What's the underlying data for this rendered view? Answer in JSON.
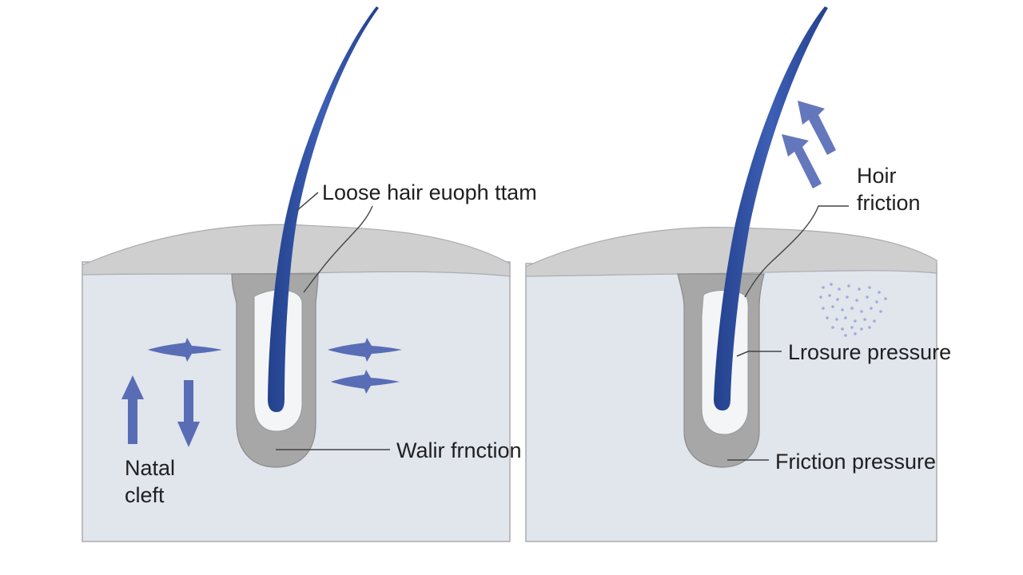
{
  "colors": {
    "background": "#ffffff",
    "tissue": "#e1e5ec",
    "tissue_edge": "#a9acb2",
    "skin_top": "#cfcfcf",
    "follicle_wall": "#a7a7a7",
    "follicle_inner": "#f4f5f6",
    "hair": "#2f4f9e",
    "arrow": "#4a5fb0",
    "leader_line": "#333333"
  },
  "panels": [
    {
      "name": "left-panel",
      "labels": {
        "hair_label": "Loose hair euoph ttam",
        "wall_label": "Walir frnction",
        "cleft_line1": "Natal",
        "cleft_line2": "cleft"
      },
      "arrows": [
        "horizontal-double",
        "horizontal-double",
        "horizontal-double",
        "up",
        "down"
      ]
    },
    {
      "name": "right-panel",
      "labels": {
        "friction_line1": "Hoir",
        "friction_line2": "friction",
        "pressure_label": "Lrosure pressure",
        "friction_pressure_label": "Friction pressure"
      },
      "arrows": [
        "up-left",
        "up-left"
      ],
      "debris": "particle-cluster"
    }
  ]
}
